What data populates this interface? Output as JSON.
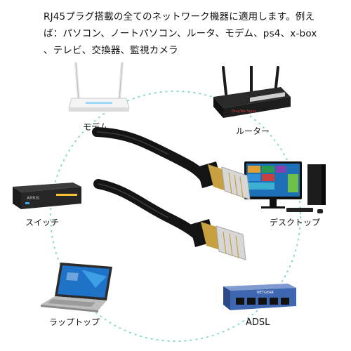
{
  "intro": {
    "line1": "RJ45プラグ搭載の全てのネットワーク機器に適用します。例え",
    "line2": "ば：パソコン、ノートパソコン、ルータ、モデム、ps4、x-box",
    "line3": "、テレビ、交換器、監視カメラ"
  },
  "devices": {
    "modem": "モデム",
    "router": "ルーター",
    "switch": "スイッチ",
    "desktop": "デスクトップ",
    "laptop": "ラップトップ",
    "adsl": "ADSL"
  },
  "brands": {
    "router_front": "DrayTek Vigor",
    "switch_brand": "ARRIS",
    "adsl_brand": "NETGEAR"
  },
  "colors": {
    "ring": "#7fd9cc",
    "cable": "#141414",
    "plug_metal": "#d7d7d7",
    "gold": "#c8a040",
    "adsl_blue": "#3f66b0"
  }
}
